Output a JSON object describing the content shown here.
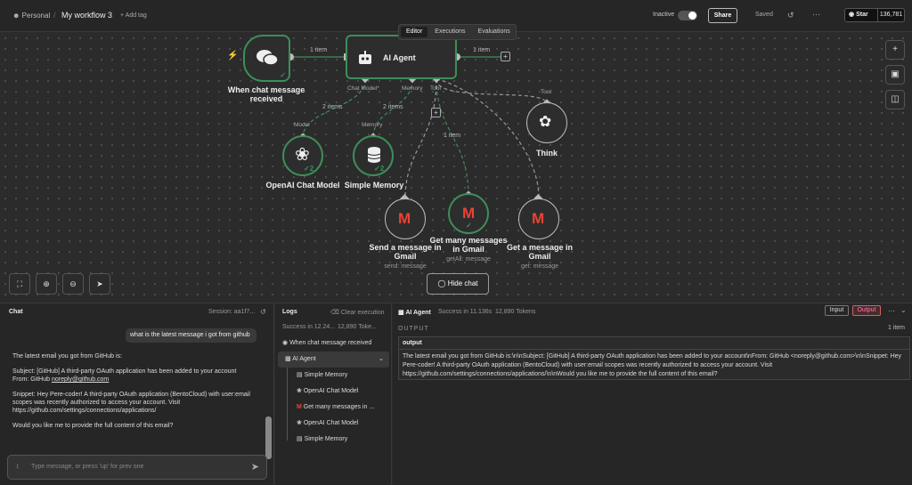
{
  "header": {
    "workspace": "Personal",
    "workflow_name": "My workflow 3",
    "add_tag": "+ Add tag",
    "status_label": "Inactive",
    "share_label": "Share",
    "saved_label": "Saved",
    "github_star": "Star",
    "github_count": "136,781"
  },
  "tabs": [
    {
      "label": "Editor",
      "active": true
    },
    {
      "label": "Executions",
      "active": false
    },
    {
      "label": "Evaluations",
      "active": false
    }
  ],
  "canvas": {
    "nodes": {
      "trigger": {
        "label_line1": "When chat message",
        "label_line2": "received"
      },
      "agent": {
        "label": "AI Agent",
        "port_chat_model": "Chat Model*",
        "port_memory": "Memory",
        "port_tool": "Tool"
      },
      "openai": {
        "label": "OpenAI Chat Model",
        "port": "Model",
        "badge": "2"
      },
      "memory": {
        "label": "Simple Memory",
        "port": "Memory",
        "badge": "2"
      },
      "think": {
        "label": "Think",
        "port": "Tool"
      },
      "gmail_send": {
        "label_line1": "Send a message in",
        "label_line2": "Gmail",
        "sub": "send: message"
      },
      "gmail_getall": {
        "label_line1": "Get many messages",
        "label_line2": "in Gmail",
        "sub": "getAll: message"
      },
      "gmail_get": {
        "label_line1": "Get a message in",
        "label_line2": "Gmail",
        "sub": "get: message"
      }
    },
    "wire_labels": {
      "trigger_agent": "1 item",
      "agent_out": "1 item",
      "openai": "2 items",
      "memory": "2 items",
      "getall": "1 item"
    },
    "hide_chat": "Hide chat"
  },
  "chat": {
    "title": "Chat",
    "session": "Session: aa1f7...",
    "user_message": "what is the latest message i got from github",
    "bot_p1": "The latest email you got from GitHub is:",
    "bot_p2a": "Subject: [GitHub] A third-party OAuth application has been added to your account",
    "bot_p2b": "From: GitHub ",
    "bot_email": "noreply@github.com",
    "bot_p3": "Snippet: Hey Pere-coder! A third-party OAuth application (BentoCloud) with user:email scopes was recently authorized to access your account. Visit https://github.com/settings/connections/applications/",
    "bot_p4": "Would you like me to provide the full content of this email?",
    "input_placeholder": "Type message, or press 'up' for prev one"
  },
  "logs": {
    "title": "Logs",
    "clear": "Clear execution",
    "summary_status": "Success in 12.24...",
    "summary_tokens": "12,890 Toke...",
    "items": [
      {
        "label": "When chat message received"
      },
      {
        "label": "AI Agent"
      },
      {
        "label": "Simple Memory"
      },
      {
        "label": "OpenAI Chat Model"
      },
      {
        "label": "Get many messages in ..."
      },
      {
        "label": "OpenAI Chat Model"
      },
      {
        "label": "Simple Memory"
      }
    ]
  },
  "output": {
    "node": "AI Agent",
    "status": "Success in 11.136s",
    "tokens": "12,890 Tokens",
    "input_btn": "Input",
    "output_btn": "Output",
    "section": "OUTPUT",
    "count": "1 item",
    "key": "output",
    "value": "The latest email you got from GitHub is:\\n\\nSubject: [GitHub] A third-party OAuth application has been added to your account\\nFrom: GitHub <noreply@github.com>\\n\\nSnippet: Hey Pere-coder! A third-party OAuth application (BentoCloud) with user:email scopes was recently authorized to access your account. Visit https://github.com/settings/connections/applications/\\n\\nWould you like me to provide the full content of this email?"
  },
  "colors": {
    "success": "#3e8e5a",
    "gmail_red": "#ea4335",
    "accent_output": "#c66"
  }
}
